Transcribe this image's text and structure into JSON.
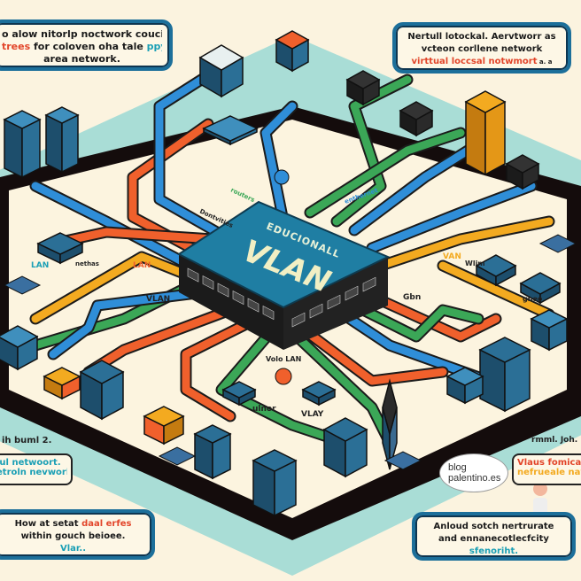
{
  "callouts": {
    "top_left": {
      "line1": "o alow nitorlp noctwork coucich",
      "line2_highlight": "trees",
      "line2": " for coloven oha tale ",
      "line2_accent": "ppycal",
      "line3": "area network."
    },
    "top_right": {
      "line1": "Nertull lotockal. Aervtworr as",
      "line2": "vcteon corllene network",
      "line3_highlight": "virttual loccsal notwmort",
      "line3_suffix": " a. a"
    },
    "mid_left": {
      "caption": "ih buml 2.",
      "line1": "lul netwoort.",
      "line2": "etroln nevwork"
    },
    "bottom_left": {
      "line1": "How at setat ",
      "line1_highlight": "daal erfes",
      "line2": "within gouch beioee.",
      "line3": "Vlar.."
    },
    "mid_right": {
      "caption": "rmml. Joh.",
      "line1": "Vlaus fomical",
      "line2": "nefrueale nav"
    },
    "bottom_right": {
      "line1": "Anloud sotch nertrurate",
      "line2": "and ennanecotlecfcity",
      "line3": "sfenoriht."
    }
  },
  "switch": {
    "subtitle": "EDUCIONALL",
    "title": "VLAN"
  },
  "labels": {
    "lan_left": "LAN",
    "lan_mid": "LAN",
    "vlan_left": "VLAN",
    "van_right": "VAN",
    "gbn_right": "Gbn",
    "volo_lan": "Volo LAN",
    "ulnor": "ulnor",
    "vlan_bottom": "VLAY",
    "dontvities": "Dontvities",
    "routers": "routers",
    "ethernet": "enthernet",
    "nethas": "nethas",
    "wlim": "Wlim",
    "gbeo": "gbeo"
  },
  "watermark": {
    "line1": "blog",
    "line2": "palentino.es"
  },
  "colors": {
    "teal_floor": "#a9ddd6",
    "cream": "#fcf4df",
    "switch_top": "#1f7ea3",
    "cable_blue": "#2f8ed8",
    "cable_orange": "#f0602c",
    "cable_green": "#3ba757",
    "cable_yellow": "#f3aa20",
    "frame": "#1c6f9a"
  }
}
